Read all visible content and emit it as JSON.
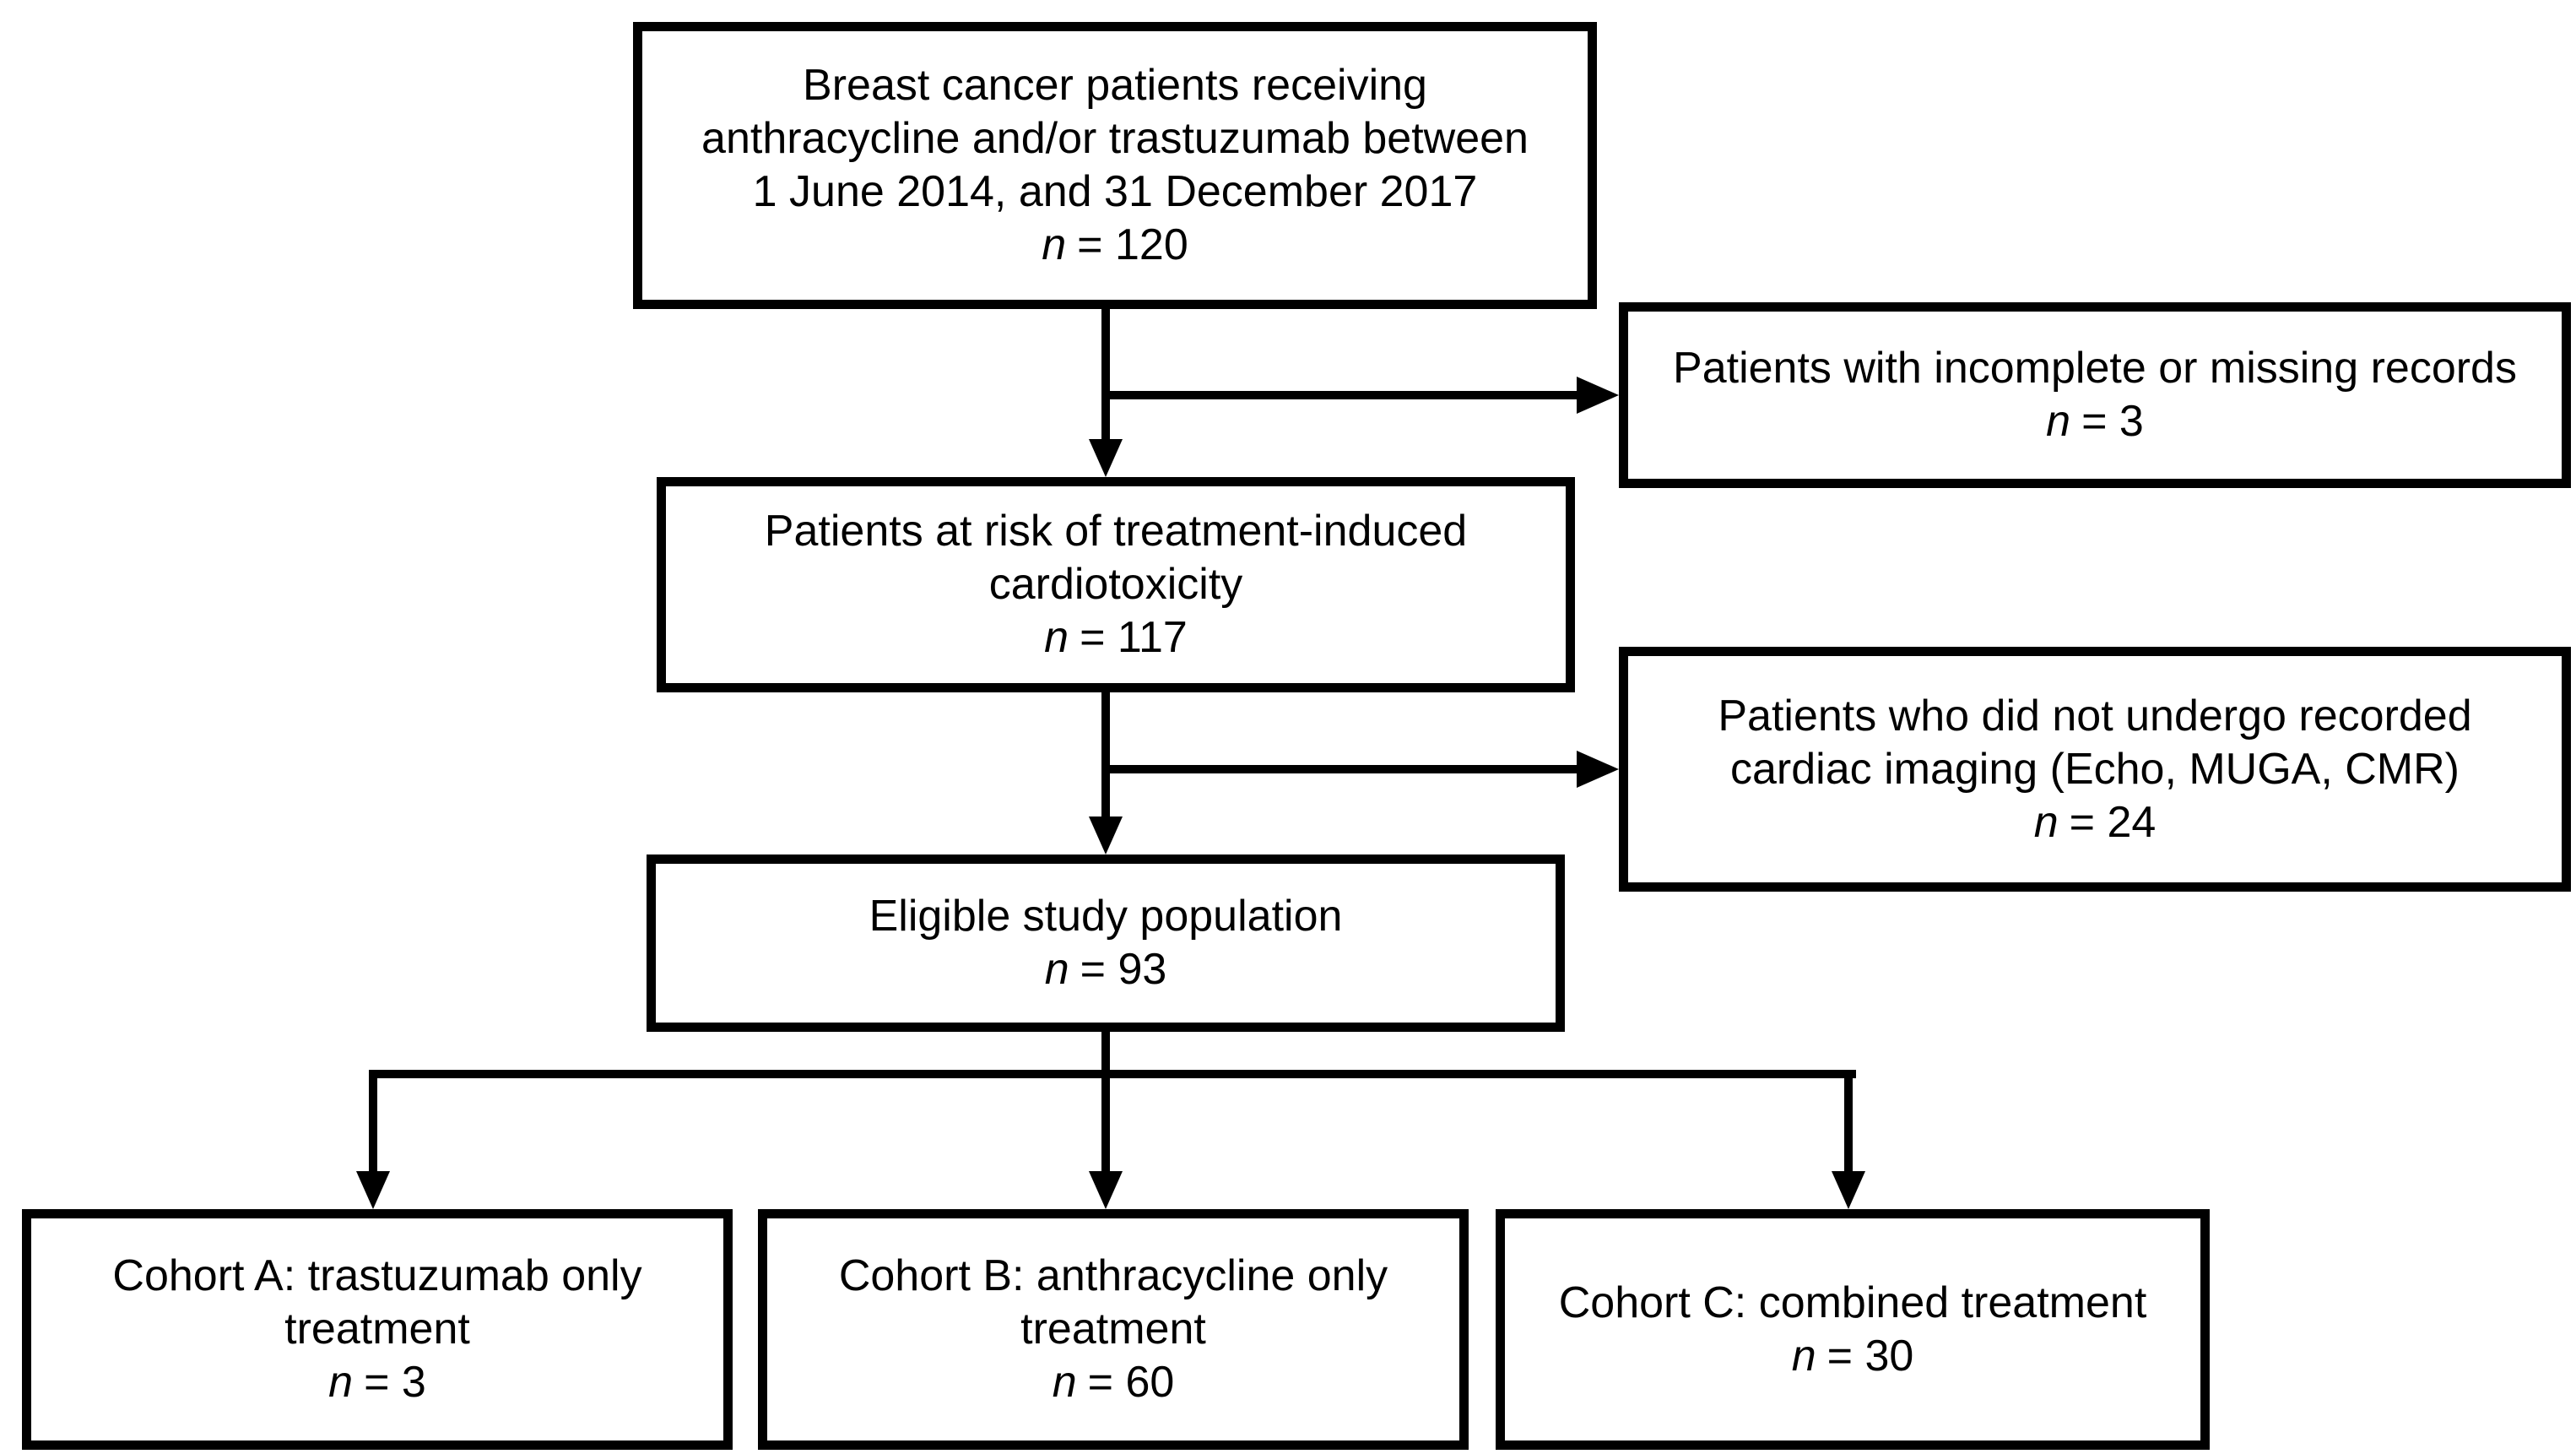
{
  "diagram": {
    "type": "flowchart",
    "background_color": "#ffffff",
    "line_color": "#000000",
    "boxes": {
      "initial": {
        "lines": [
          "Breast cancer patients receiving",
          "anthracycline and/or trastuzumab between",
          "1 June 2014, and 31 December 2017"
        ],
        "n_var": "n",
        "n_value": "= 120"
      },
      "excluded_records": {
        "lines": [
          "Patients with incomplete or missing records"
        ],
        "n_var": "n",
        "n_value": "= 3"
      },
      "at_risk": {
        "lines": [
          "Patients at risk of treatment-induced",
          "cardiotoxicity"
        ],
        "n_var": "n",
        "n_value": "= 117"
      },
      "excluded_imaging": {
        "lines": [
          "Patients who did not undergo recorded",
          "cardiac imaging (Echo, MUGA, CMR)"
        ],
        "n_var": "n",
        "n_value": "= 24"
      },
      "eligible": {
        "lines": [
          "Eligible study population"
        ],
        "n_var": "n",
        "n_value": "= 93"
      },
      "cohort_a": {
        "lines": [
          "Cohort A: trastuzumab only",
          "treatment"
        ],
        "n_var": "n",
        "n_value": "= 3"
      },
      "cohort_b": {
        "lines": [
          "Cohort B: anthracycline only",
          "treatment"
        ],
        "n_var": "n",
        "n_value": "= 60"
      },
      "cohort_c": {
        "lines": [
          "Cohort C: combined treatment"
        ],
        "n_var": "n",
        "n_value": "= 30"
      }
    }
  }
}
